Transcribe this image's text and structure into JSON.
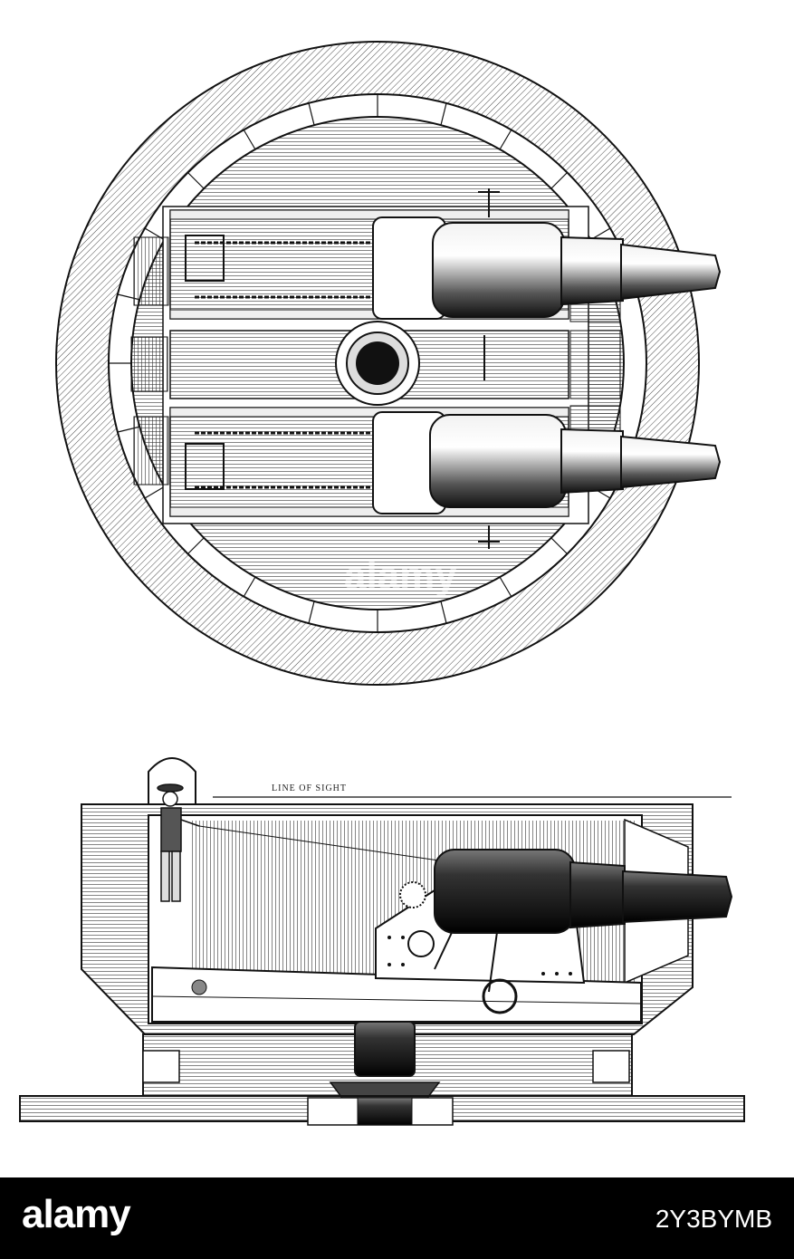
{
  "figure": {
    "labels": {
      "line_of_sight": "LINE OF SIGHT"
    },
    "watermark": "alamy"
  },
  "footer": {
    "brand": "alamy",
    "image_id": "2Y3BYMB"
  },
  "colors": {
    "ink": "#1a1a1a",
    "paper": "#ffffff",
    "footer_bg": "#000000"
  }
}
